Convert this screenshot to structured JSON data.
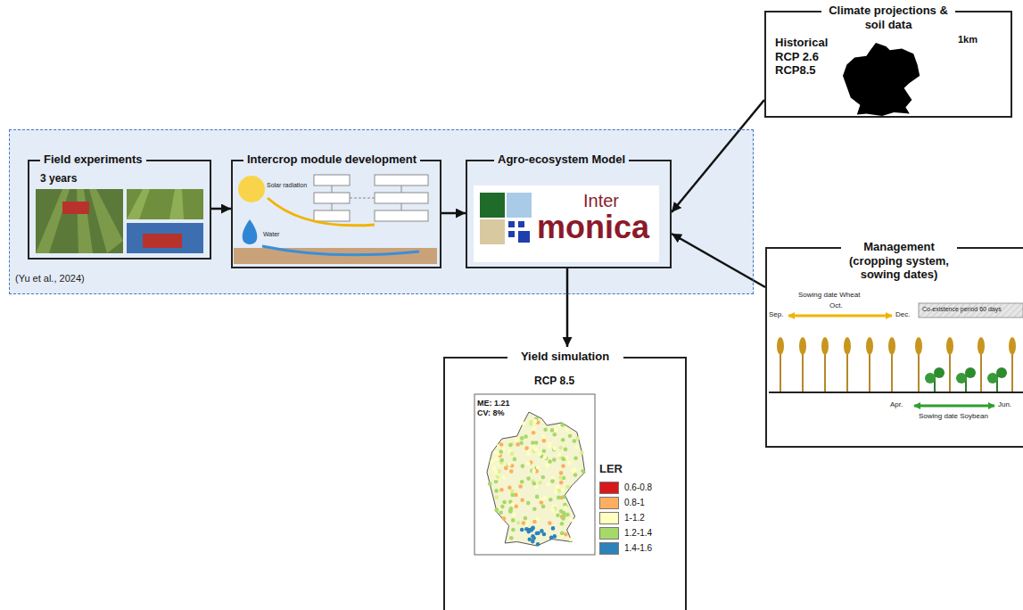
{
  "diagram": {
    "nodes": [
      {
        "text": [
          "(Yu et al., 2024)"
        ]
      },
      {
        "text": [
          "Field experiments",
          "3 years"
        ],
        "in": 0
      },
      {
        "text": [
          "Intercrop module development"
        ],
        "in": 0
      },
      {
        "text": [
          "Agro-ecosystem Model",
          "Inter",
          "monica"
        ],
        "in": 0
      },
      {
        "text": [
          "Climate projections & soil data",
          "Historical RCP 2.6 RCP8.5",
          "1km"
        ]
      },
      {
        "text": [
          "Management (cropping system, sowing dates)"
        ]
      },
      {
        "text": [
          "Yield simulation",
          "RCP 8.5",
          "ME: 1.21 CV: 8%"
        ]
      }
    ],
    "edges": [
      {
        "from": 1,
        "to": 2,
        "arrow": "to"
      },
      {
        "from": 2,
        "to": 3,
        "arrow": "to"
      },
      {
        "from": 4,
        "to": 3,
        "arrow": "to"
      },
      {
        "from": 5,
        "to": 3,
        "arrow": "to"
      },
      {
        "from": 3,
        "to": 6,
        "arrow": "to"
      }
    ],
    "labels": [
      "Solar radiation",
      "Water",
      "Sowing date Wheat",
      "Sep.",
      "Oct.",
      "Dec.",
      "Co-existence period 60 days",
      "Apr.",
      "Jun.",
      "Sowing date Soybean",
      "LER"
    ],
    "legend": [
      {
        "text": "0.6-0.8",
        "color": "#d7191c"
      },
      {
        "text": "0.8-1",
        "color": "#fdae61"
      },
      {
        "text": "1-1.2",
        "color": "#ffffbf"
      },
      {
        "text": "1.2-1.4",
        "color": "#a6d96a"
      },
      {
        "text": "1.4-1.6",
        "color": "#2b83ba"
      }
    ]
  }
}
